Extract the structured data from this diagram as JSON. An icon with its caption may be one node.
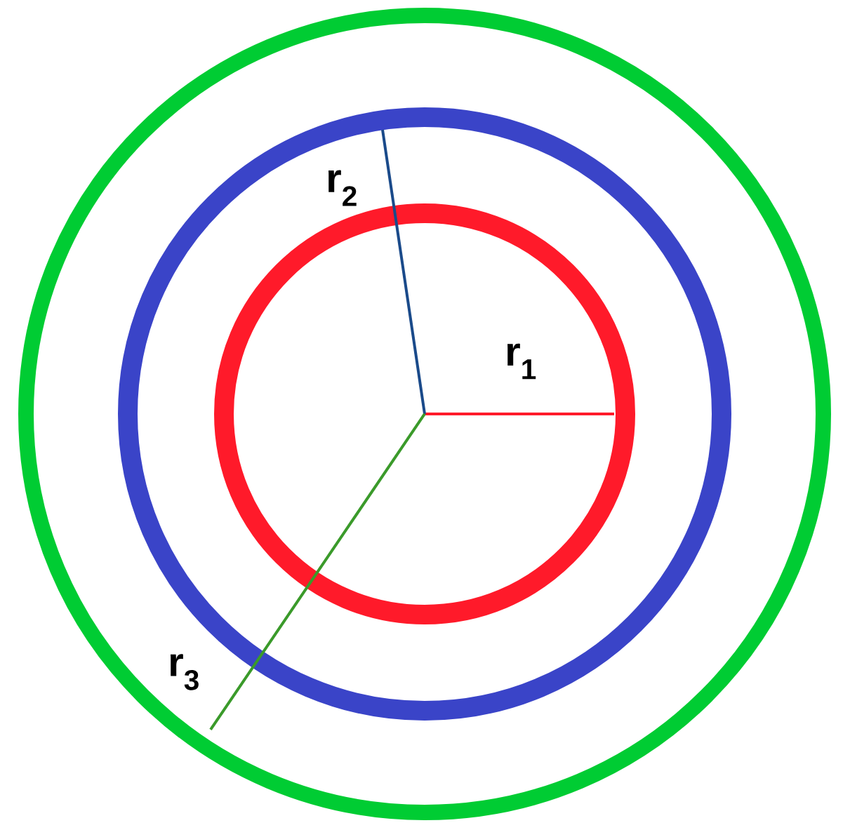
{
  "diagram": {
    "labels": [
      "r$_{1}$",
      "r$_{2}$",
      "r$_{3}$"
    ]
  }
}
